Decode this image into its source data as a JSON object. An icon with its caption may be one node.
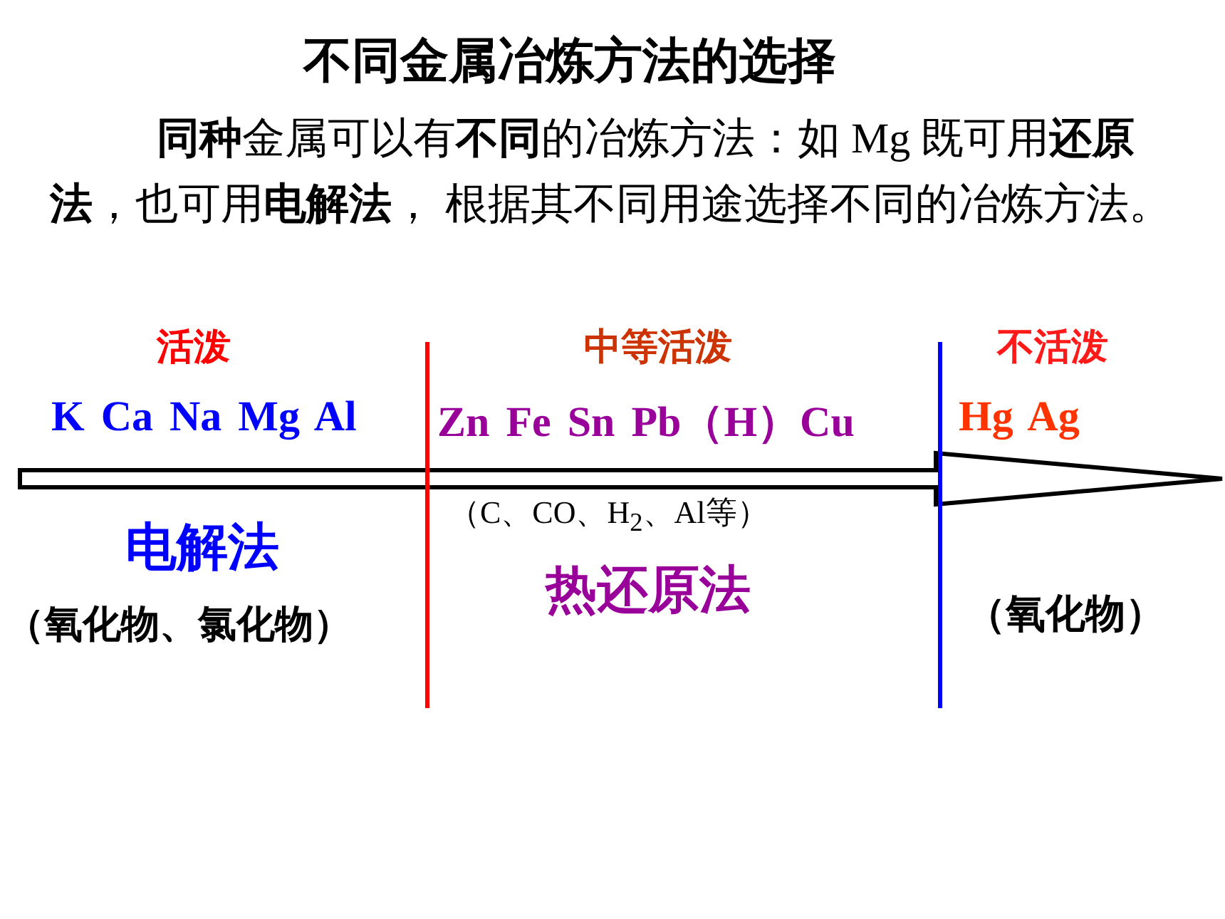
{
  "diagram": {
    "title": "不同金属冶炼方法的选择",
    "labels": [
      "**同种**金属可以有**不同**的冶炼方法：如 Mg 既可用**还原法**，也可用**电解法**， 根据其不同用途选择不同的冶炼方法。",
      "活泼",
      "中等活泼",
      "不活泼",
      "K Ca Na Mg Al",
      "Zn Fe Sn Pb（H）Cu",
      "Hg Ag",
      "（C、CO、H$_{2}$、Al等）",
      "电解法",
      "（氧化物、氯化物）",
      "热还原法",
      "（氧化物）"
    ]
  }
}
